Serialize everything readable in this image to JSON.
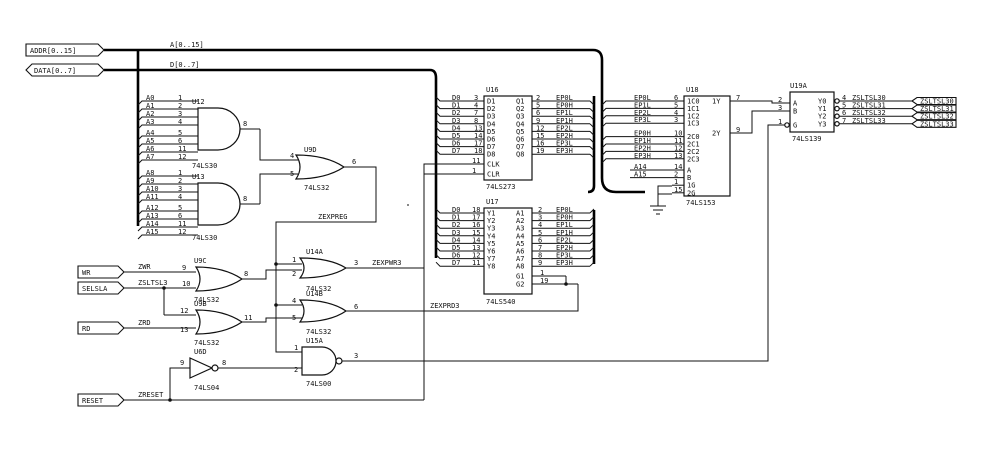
{
  "ports": {
    "addr": "ADDR[0..15]",
    "data": "DATA[0..7]",
    "wr": "WR",
    "sel": "SELSLA",
    "rd": "RD",
    "reset": "RESET",
    "o0": "ZSLTSL30",
    "o1": "ZSLTSL31",
    "o2": "ZSLTSL32",
    "o3": "ZSLTSL33"
  },
  "buses": {
    "addr_label": "A[0..15]",
    "data_label": "D[0..7]"
  },
  "nets": {
    "zwr": "ZWR",
    "zsltsl3": "ZSLTSL3",
    "zrd": "ZRD",
    "zreset": "ZRESET",
    "zexpreg": "ZEXPREG",
    "zexpwr3": "ZEXPWR3",
    "zexprd3": "ZEXPRD3"
  },
  "chips": {
    "u12": {
      "ref": "U12",
      "type": "74LS30"
    },
    "u13": {
      "ref": "U13",
      "type": "74LS30"
    },
    "u9d": {
      "ref": "U9D",
      "type": "74LS32"
    },
    "u9c": {
      "ref": "U9C",
      "type": "74LS32"
    },
    "u9b": {
      "ref": "U9B",
      "type": "74LS32"
    },
    "u6d": {
      "ref": "U6D",
      "type": "74LS04"
    },
    "u14a": {
      "ref": "U14A",
      "type": "74LS32"
    },
    "u14b": {
      "ref": "U14B",
      "type": "74LS32"
    },
    "u15a": {
      "ref": "U15A",
      "type": "74LS00"
    },
    "u16": {
      "ref": "U16",
      "type": "74LS273"
    },
    "u17": {
      "ref": "U17",
      "type": "74LS540"
    },
    "u18": {
      "ref": "U18",
      "type": "74LS153"
    },
    "u19a": {
      "ref": "U19A",
      "type": "74LS139"
    }
  },
  "u12_inputs": [
    {
      "net": "A0",
      "pin": "1"
    },
    {
      "net": "A1",
      "pin": "2"
    },
    {
      "net": "A2",
      "pin": "3"
    },
    {
      "net": "A3",
      "pin": "4"
    },
    {
      "net": "A4",
      "pin": "5"
    },
    {
      "net": "A5",
      "pin": "6"
    },
    {
      "net": "A6",
      "pin": "11"
    },
    {
      "net": "A7",
      "pin": "12"
    }
  ],
  "u13_inputs": [
    {
      "net": "A8",
      "pin": "1"
    },
    {
      "net": "A9",
      "pin": "2"
    },
    {
      "net": "A10",
      "pin": "3"
    },
    {
      "net": "A11",
      "pin": "4"
    },
    {
      "net": "A12",
      "pin": "5"
    },
    {
      "net": "A13",
      "pin": "6"
    },
    {
      "net": "A14",
      "pin": "11"
    },
    {
      "net": "A15",
      "pin": "12"
    }
  ],
  "u16_rows": [
    {
      "net": "D0",
      "pin_in": "3",
      "name_in": "D1",
      "name_out": "Q1",
      "pin_out": "2",
      "sig": "EP0L"
    },
    {
      "net": "D1",
      "pin_in": "4",
      "name_in": "D2",
      "name_out": "Q2",
      "pin_out": "5",
      "sig": "EP0H"
    },
    {
      "net": "D2",
      "pin_in": "7",
      "name_in": "D3",
      "name_out": "Q3",
      "pin_out": "6",
      "sig": "EP1L"
    },
    {
      "net": "D3",
      "pin_in": "8",
      "name_in": "D4",
      "name_out": "Q4",
      "pin_out": "9",
      "sig": "EP1H"
    },
    {
      "net": "D4",
      "pin_in": "13",
      "name_in": "D5",
      "name_out": "Q5",
      "pin_out": "12",
      "sig": "EP2L"
    },
    {
      "net": "D5",
      "pin_in": "14",
      "name_in": "D6",
      "name_out": "Q6",
      "pin_out": "15",
      "sig": "EP2H"
    },
    {
      "net": "D6",
      "pin_in": "17",
      "name_in": "D7",
      "name_out": "Q7",
      "pin_out": "16",
      "sig": "EP3L"
    },
    {
      "net": "D7",
      "pin_in": "18",
      "name_in": "D8",
      "name_out": "Q8",
      "pin_out": "19",
      "sig": "EP3H"
    }
  ],
  "u16_ctrl": [
    {
      "pin": "11",
      "name": "CLK"
    },
    {
      "pin": "1",
      "name": "CLR"
    }
  ],
  "u17_rows": [
    {
      "net": "D0",
      "pin_out": "18",
      "name_out": "Y1",
      "name_in": "A1",
      "pin_in": "2",
      "sig": "EP0L"
    },
    {
      "net": "D1",
      "pin_out": "17",
      "name_out": "Y2",
      "name_in": "A2",
      "pin_in": "3",
      "sig": "EP0H"
    },
    {
      "net": "D2",
      "pin_out": "16",
      "name_out": "Y3",
      "name_in": "A3",
      "pin_in": "4",
      "sig": "EP1L"
    },
    {
      "net": "D3",
      "pin_out": "15",
      "name_out": "Y4",
      "name_in": "A4",
      "pin_in": "5",
      "sig": "EP1H"
    },
    {
      "net": "D4",
      "pin_out": "14",
      "name_out": "Y5",
      "name_in": "A5",
      "pin_in": "6",
      "sig": "EP2L"
    },
    {
      "net": "D5",
      "pin_out": "13",
      "name_out": "Y6",
      "name_in": "A6",
      "pin_in": "7",
      "sig": "EP2H"
    },
    {
      "net": "D6",
      "pin_out": "12",
      "name_out": "Y7",
      "name_in": "A7",
      "pin_in": "8",
      "sig": "EP3L"
    },
    {
      "net": "D7",
      "pin_out": "11",
      "name_out": "Y8",
      "name_in": "A8",
      "pin_in": "9",
      "sig": "EP3H"
    }
  ],
  "u17_ctrl": [
    {
      "name": "G1",
      "pin": "1"
    },
    {
      "name": "G2",
      "pin": "19"
    }
  ],
  "u18_rows": [
    {
      "sig": "EP0L",
      "pin": "6",
      "name": "1C0"
    },
    {
      "sig": "EP1L",
      "pin": "5",
      "name": "1C1"
    },
    {
      "sig": "EP2L",
      "pin": "4",
      "name": "1C2"
    },
    {
      "sig": "EP3L",
      "pin": "3",
      "name": "1C3"
    },
    {
      "sig": "EP0H",
      "pin": "10",
      "name": "2C0"
    },
    {
      "sig": "EP1H",
      "pin": "11",
      "name": "2C1"
    },
    {
      "sig": "EP2H",
      "pin": "12",
      "name": "2C2"
    },
    {
      "sig": "EP3H",
      "pin": "13",
      "name": "2C3"
    }
  ],
  "u18_sel": [
    {
      "sig": "A14",
      "pin": "14",
      "name": "A"
    },
    {
      "sig": "A15",
      "pin": "2",
      "name": "B"
    },
    {
      "sig": "",
      "pin": "1",
      "name": "1G"
    },
    {
      "sig": "",
      "pin": "15",
      "name": "2G"
    }
  ],
  "u18_out": [
    {
      "name": "1Y",
      "pin": "7"
    },
    {
      "name": "2Y",
      "pin": "9"
    }
  ],
  "u19_in": [
    {
      "name": "A",
      "pin": "2"
    },
    {
      "name": "B",
      "pin": "3"
    },
    {
      "name": "G",
      "pin": "1"
    }
  ],
  "u19_out": [
    {
      "name": "Y0",
      "pin": "4",
      "net": "ZSLTSL30"
    },
    {
      "name": "Y1",
      "pin": "5",
      "net": "ZSLTSL31"
    },
    {
      "name": "Y2",
      "pin": "6",
      "net": "ZSLTSL32"
    },
    {
      "name": "Y3",
      "pin": "7",
      "net": "ZSLTSL33"
    }
  ],
  "gate_pins": {
    "u12_out": "8",
    "u13_out": "8",
    "u9d_in1": "4",
    "u9d_in2": "5",
    "u9d_out": "6",
    "u9c_in1": "9",
    "u9c_in2": "10",
    "u9c_out": "8",
    "u9b_in1": "12",
    "u9b_in2": "13",
    "u9b_out": "11",
    "u6d_in": "9",
    "u6d_out": "8",
    "u14a_in1": "1",
    "u14a_in2": "2",
    "u14a_out": "3",
    "u14b_in1": "4",
    "u14b_in2": "5",
    "u14b_out": "6",
    "u15a_in1": "1",
    "u15a_in2": "2",
    "u15a_out": "3"
  }
}
